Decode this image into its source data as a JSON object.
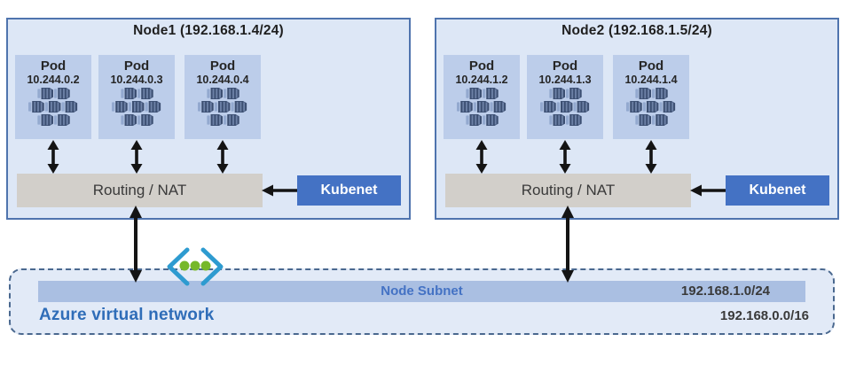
{
  "nodes": [
    {
      "title": "Node1 (192.168.1.4/24)",
      "pods": [
        {
          "label": "Pod",
          "ip": "10.244.0.2",
          "icon": "containers-cluster-icon"
        },
        {
          "label": "Pod",
          "ip": "10.244.0.3",
          "icon": "containers-cluster-icon"
        },
        {
          "label": "Pod",
          "ip": "10.244.0.4",
          "icon": "containers-cluster-icon"
        }
      ],
      "routing_label": "Routing / NAT",
      "kubenet_label": "Kubenet"
    },
    {
      "title": "Node2 (192.168.1.5/24)",
      "pods": [
        {
          "label": "Pod",
          "ip": "10.244.1.2",
          "icon": "containers-cluster-icon"
        },
        {
          "label": "Pod",
          "ip": "10.244.1.3",
          "icon": "containers-cluster-icon"
        },
        {
          "label": "Pod",
          "ip": "10.244.1.4",
          "icon": "containers-cluster-icon"
        }
      ],
      "routing_label": "Routing / NAT",
      "kubenet_label": "Kubenet"
    }
  ],
  "vnet": {
    "label": "Azure virtual network",
    "subnet": {
      "label": "Node Subnet",
      "cidr": "192.168.1.0/24"
    },
    "cidr": "192.168.0.0/16",
    "icon": "virtual-network-icon"
  },
  "colors": {
    "accent_blue": "#4472c4",
    "node_fill": "#dde7f6",
    "node_border": "#4f74ae",
    "pod_fill": "#bccdea",
    "routing_fill": "#d2cfca",
    "subnet_bar_fill": "#aabfe2",
    "vnet_fill": "#e2eaf7",
    "vnet_dash": "#4a688f",
    "vnet_label_blue": "#2f6db8",
    "icon_chevron_blue": "#2e9bd0",
    "icon_dot_green": "#76b82a",
    "arrow_black": "#141414"
  }
}
